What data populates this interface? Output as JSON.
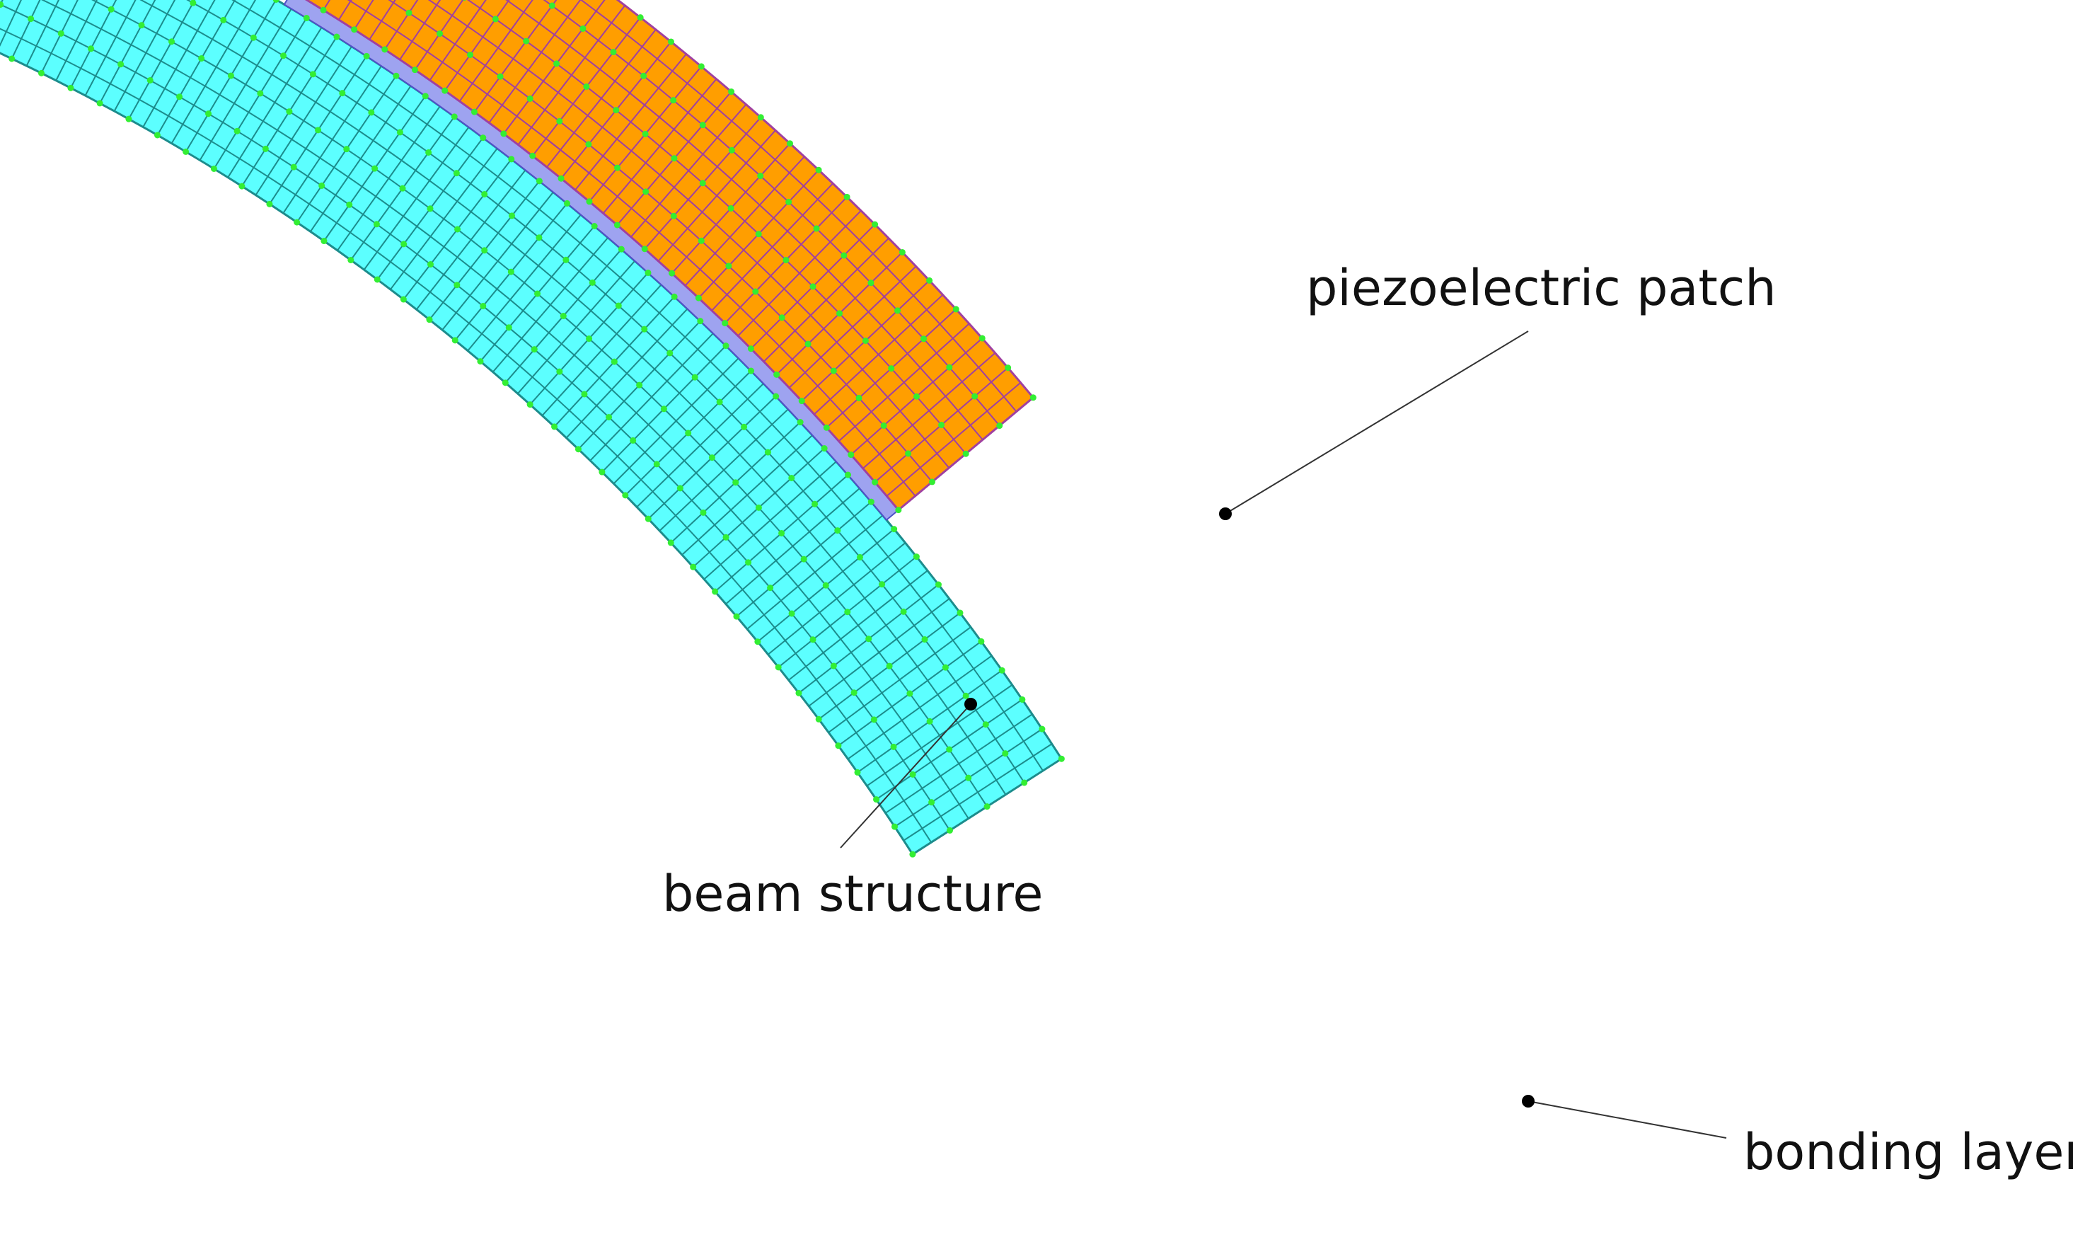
{
  "labels": {
    "piezo": "piezoelectric patch",
    "beam": "beam structure",
    "bonding": "bonding layer"
  },
  "colors": {
    "beam_fill": "#5cffff",
    "beam_grid": "#1c8c8c",
    "piezo_fill": "#ff9e00",
    "piezo_grid": "#a040a0",
    "bond_fill": "#9ea3f0",
    "bond_edge": "#5050c8",
    "node": "#33ee33",
    "leader": "#333333",
    "pointer": "#000000"
  }
}
